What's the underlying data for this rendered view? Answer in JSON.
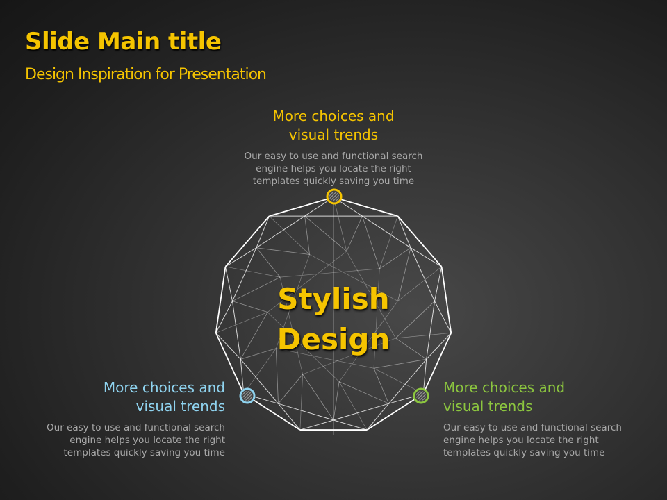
{
  "title": "Slide Main title",
  "subtitle": "Design Inspiration for Presentation",
  "center": {
    "line1": "Stylish",
    "line2": "Design"
  },
  "items": [
    {
      "heading1": "More choices and",
      "heading2": "visual trends",
      "desc1": "Our easy to use and functional search",
      "desc2": "engine helps you locate the right",
      "desc3": "templates  quickly saving  you time",
      "color": "#f5c400"
    },
    {
      "heading1": "More choices and",
      "heading2": "visual trends",
      "desc1": "Our easy to use and functional search",
      "desc2": "engine helps you locate the right",
      "desc3": "templates  quickly saving  you time",
      "color": "#8fd3ef"
    },
    {
      "heading1": "More choices and",
      "heading2": "visual trends",
      "desc1": "Our easy to use and functional search",
      "desc2": "engine helps you locate the right",
      "desc3": "templates  quickly saving  you time",
      "color": "#8cc63f"
    }
  ]
}
